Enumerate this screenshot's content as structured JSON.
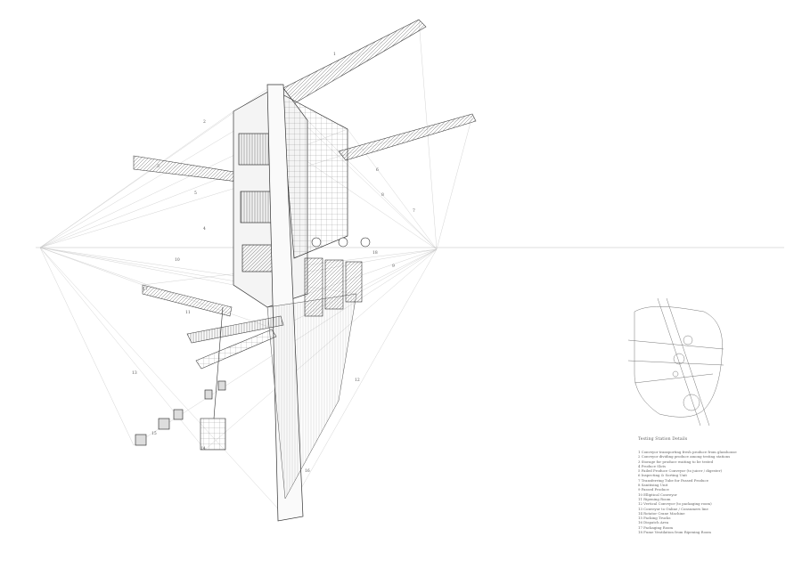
{
  "legend": {
    "title": "Testing Station Details",
    "items": [
      "1 Conveyor transporting fresh produce from glasshouse",
      "2 Conveyor dividing produce among testing stations",
      "3 Storage for produce waiting to be tested",
      "4 Produce Slots",
      "5 Failed Produce Conveyor (to juicer / digester)",
      "6 Inspecting & Sorting Unit",
      "7 Transferring Tube for Passed Produce",
      "8 Sanitising Unit",
      "9 Passed Produce",
      "10 Elliptical Conveyor",
      "11 Ripening Room",
      "12 Vertical Conveyor (to packaging room)",
      "13 Conveyor to Online / Consumers line",
      "14 Rotator Crane Machine",
      "15 Packing Trucks",
      "16 Dispatch Area",
      "17 Packaging Room",
      "18 Fume Ventilation from Ripening Room"
    ]
  },
  "callouts": [
    "1",
    "2",
    "3",
    "4",
    "5",
    "6",
    "7",
    "8",
    "9",
    "10",
    "11",
    "12",
    "13",
    "14",
    "15",
    "16",
    "17",
    "18"
  ]
}
